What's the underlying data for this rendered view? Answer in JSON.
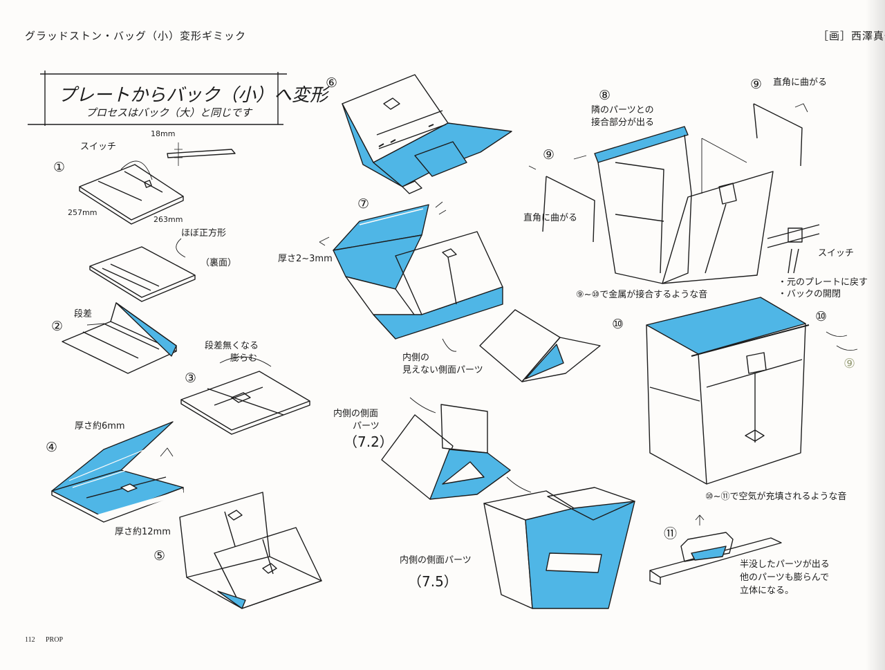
{
  "header": {
    "title": "グラッドストン・バッグ（小）変形ギミック",
    "credit": "［画］西澤真也"
  },
  "handnote": {
    "line1": "プレートからバック（小）へ変形",
    "line2": "プロセスはバック（大）と同じです"
  },
  "steps": {
    "s1": "①",
    "s2": "②",
    "s3": "③",
    "s4": "④",
    "s5": "⑤",
    "s6": "⑥",
    "s7": "⑦",
    "s8": "⑧",
    "s9a": "⑨",
    "s9b": "⑨",
    "s10a": "⑩",
    "s10b": "⑩",
    "s11": "⑪",
    "s9c": "⑨"
  },
  "labels": {
    "dim18": "18mm",
    "switch1": "スイッチ",
    "dim257": "257mm",
    "dim263": "263mm",
    "square": "ほぼ正方形",
    "back": "（裏面）",
    "step_diff": "段差",
    "no_step1": "段差無くなる",
    "no_step2": "膨らむ",
    "thick6": "厚さ約6mm",
    "thick12": "厚さ約12mm",
    "thick23": "厚さ2~3mm",
    "inner1": "内側の",
    "inner2": "見えない側面パーツ",
    "inner_side1": "内側の側面",
    "inner_side2": "パーツ",
    "v72": "（7.2）",
    "inner_side_b": "内側の側面パーツ",
    "v75": "（7.5）",
    "adj1": "隣のパーツとの",
    "adj2": "接合部分が出る",
    "bend_a": "直角に曲がる",
    "bend_b": "直角に曲がる",
    "switch2": "スイッチ",
    "ret1": "・元のプレートに戻す",
    "ret2": "・バックの開閉",
    "metal": "⑨~⑩で金属が接合するような音",
    "air": "⑩~⑪で空気が充填されるような音",
    "half1": "半没したパーツが出る",
    "half2": "他のパーツも膨らんで",
    "half3": "立体になる。"
  },
  "footer": {
    "page": "112",
    "section": "PROP"
  },
  "colors": {
    "accent_blue": "#4fb6e6",
    "ink": "#1c1c1c",
    "paper": "#fdfcfa"
  }
}
